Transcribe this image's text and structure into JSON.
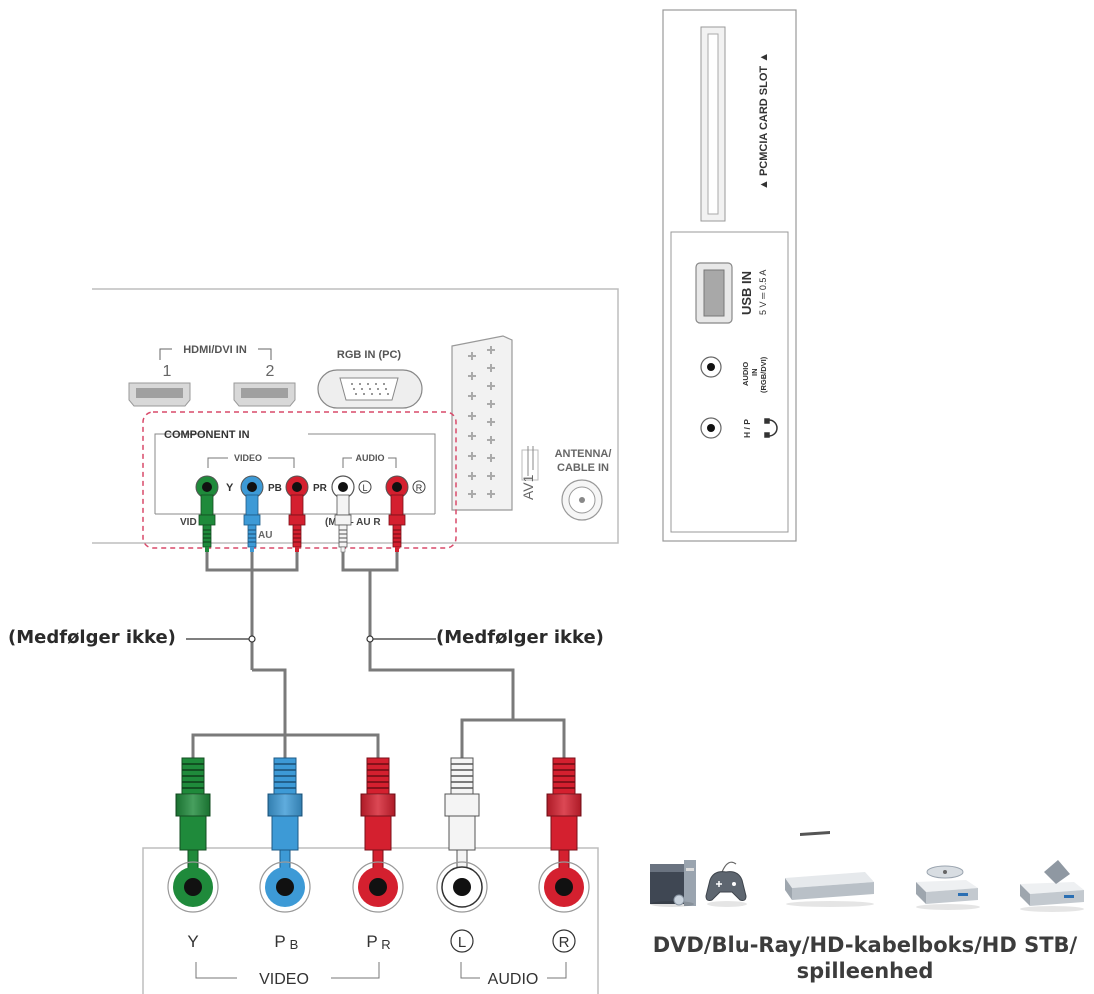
{
  "tv_rear": {
    "hdmi_label": "HDMI/DVI IN",
    "hdmi_port_1": "1",
    "hdmi_port_2": "2",
    "rgb_label": "RGB IN (PC)",
    "component_label": "COMPONENT IN",
    "video_group": "VIDEO",
    "audio_group": "AUDIO",
    "jack_y": "Y",
    "jack_pb": "PB",
    "jack_pr": "PR",
    "jack_l": "L",
    "jack_r": "R",
    "av_strip_left": "VID",
    "av_strip_mid": "AU",
    "av_strip_right": "(M  L – AU  R",
    "av1_label": "AV1",
    "antenna_label_1": "ANTENNA/",
    "antenna_label_2": "CABLE IN"
  },
  "side_panel": {
    "pcmcia_label": "▲ PCMCIA CARD SLOT ▲",
    "usb_label": "USB IN",
    "usb_rating": "5 V ═ 0.5 A",
    "audio_in_1": "AUDIO",
    "audio_in_2": "IN",
    "audio_in_3": "(RGB/DVI)",
    "hp_label": "H / P"
  },
  "callouts": {
    "left": "(Medfølger ikke)",
    "right": "(Medfølger ikke)"
  },
  "device": {
    "jack_y": "Y",
    "jack_pb": "P",
    "jack_pb_sub": "B",
    "jack_pr": "P",
    "jack_pr_sub": "R",
    "jack_l": "L",
    "jack_r": "R",
    "video_group": "VIDEO",
    "audio_group": "AUDIO"
  },
  "caption": {
    "line1": "DVD/Blu-Ray/HD-kabelboks/HD STB/",
    "line2": "spilleenhed"
  },
  "colors": {
    "green": "#1f8a3b",
    "blue": "#3d9ad6",
    "red": "#d4202f",
    "white": "#f4f4f4",
    "cable": "#7a7a7a",
    "panel_line": "#b8b8b8",
    "highlight": "#d94a6a"
  }
}
